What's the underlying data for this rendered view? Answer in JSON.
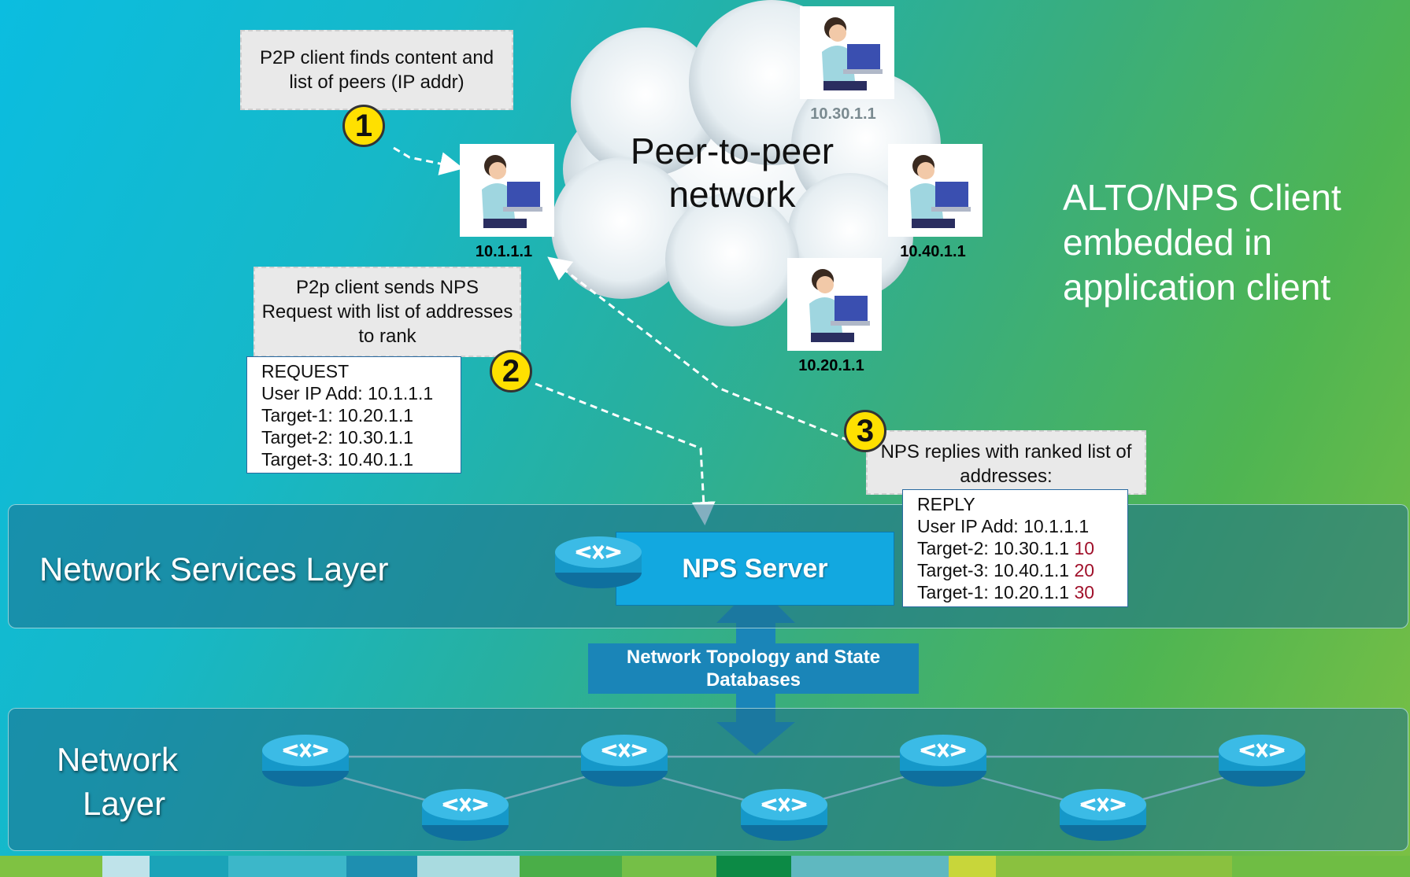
{
  "notes": {
    "step1": "P2P client finds content and list of peers (IP addr)",
    "step2": "P2p client sends NPS Request with list of addresses to rank",
    "step3": "NPS replies with ranked list of addresses:"
  },
  "badges": {
    "one": "1",
    "two": "2",
    "three": "3"
  },
  "cloud": {
    "line1": "Peer-to-peer",
    "line2": "network"
  },
  "peers": {
    "main": "10.1.1.1",
    "top": "10.30.1.1",
    "right": "10.40.1.1",
    "bottom": "10.20.1.1"
  },
  "alto_note": {
    "line1": "ALTO/NPS Client",
    "line2": "embedded in",
    "line3": "application client"
  },
  "request": {
    "title": "REQUEST",
    "lines": [
      "User IP Add: 10.1.1.1",
      "Target-1: 10.20.1.1",
      "Target-2: 10.30.1.1",
      "Target-3: 10.40.1.1"
    ]
  },
  "reply": {
    "title": "REPLY",
    "user": "User IP Add: 10.1.1.1",
    "rows": [
      {
        "label": "Target-2: 10.30.1.1",
        "rank": "10"
      },
      {
        "label": "Target-3: 10.40.1.1",
        "rank": "20"
      },
      {
        "label": "Target-1: 10.20.1.1",
        "rank": "30"
      }
    ]
  },
  "layers": {
    "services": "Network Services Layer",
    "network_line1": "Network",
    "network_line2": "Layer"
  },
  "nps_server": "NPS Server",
  "database": {
    "line1": "Network Topology and State",
    "line2": "Databases"
  },
  "colors": {
    "rank": "#a0102a",
    "badge": "#ffe000",
    "server": "#12a8e0"
  }
}
